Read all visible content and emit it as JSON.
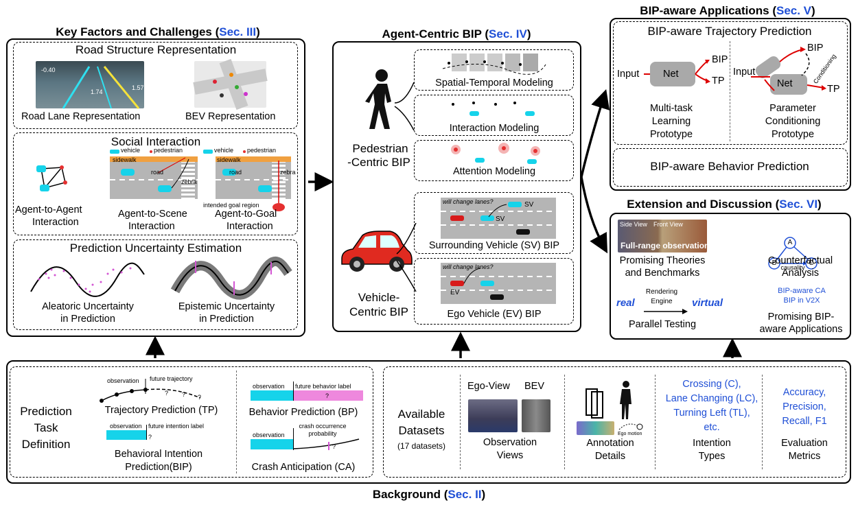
{
  "colors": {
    "section_ref": "#1f4fd6",
    "cyan": "#16d3ea",
    "pink": "#ee88dd",
    "red": "#e53030",
    "net_gray": "#a9a9a9",
    "road_gray": "#b5b5b5"
  },
  "key_factors": {
    "title": "Key Factors and Challenges (",
    "ref": "Sec. III",
    "close": ")",
    "road_structure": {
      "title": "Road Structure Representation",
      "lane": "Road Lane Representation",
      "bev": "BEV Representation",
      "lane_nums": [
        "-0.40",
        "1.74",
        "1.57"
      ]
    },
    "social": {
      "title": "Social Interaction",
      "a2a": [
        "Agent-to-Agent",
        "Interaction"
      ],
      "a2s": [
        "Agent-to-Scene",
        "Interaction"
      ],
      "a2g": [
        "Agent-to-Goal",
        "Interaction"
      ],
      "vehicle": "vehicle",
      "pedestrian": "pedestrian",
      "sidewalk": "sidewalk",
      "road": "road",
      "zebra": "zebra",
      "goal": "intended goal region"
    },
    "uncertainty": {
      "title": "Prediction Uncertainty Estimation",
      "aleatoric": [
        "Aleatoric Uncertainty",
        "in Prediction"
      ],
      "epistemic": [
        "Epistemic Uncertainty",
        "in Prediction"
      ]
    }
  },
  "agent_centric": {
    "title": "Agent-Centric BIP  (",
    "ref": "Sec. IV",
    "close": ")",
    "pedestrian": [
      "Pedestrian",
      "-Centric BIP"
    ],
    "spatial": "Spatial-Temporal Modeling",
    "interaction": "Interaction Modeling",
    "attention": "Attention Modeling",
    "vehicle": [
      "Vehicle-",
      "Centric BIP"
    ],
    "sv": "Surrounding Vehicle (SV) BIP",
    "ev": "Ego Vehicle (EV) BIP",
    "will_change": "will change lanes?",
    "sv_tag": "SV",
    "ev_tag": "EV"
  },
  "applications": {
    "title": "BIP-aware Applications  (",
    "ref": "Sec. V",
    "close": ")",
    "trajectory": "BIP-aware Trajectory Prediction",
    "input": "Input",
    "net": "Net",
    "bip": "BIP",
    "tp": "TP",
    "conditioning": "Conditioning",
    "multi": [
      "Multi-task",
      "Learning",
      "Prototype"
    ],
    "param": [
      "Parameter",
      "Conditioning",
      "Prototype"
    ],
    "behavior": "BIP-aware Behavior Prediction"
  },
  "extension": {
    "title": "Extension and Discussion (",
    "ref": "Sec. VI",
    "close": ")",
    "side_view": "Side View",
    "front_view": "Front View",
    "full_range": "Full-range observation",
    "theories": [
      "Promising Theories",
      "and Benchmarks"
    ],
    "nodes": [
      "A",
      "B",
      "C"
    ],
    "causality": "causality",
    "counterfactual": [
      "Counterfactual",
      "Analysis"
    ],
    "real": "real",
    "virtual": "virtual",
    "rendering": [
      "Rendering",
      "Engine"
    ],
    "parallel": "Parallel Testing",
    "blue_apps": [
      "BIP-aware CA",
      "BIP in V2X"
    ],
    "promising": [
      "Promising BIP-",
      "aware Applications"
    ]
  },
  "prediction_task": {
    "title": [
      "Prediction",
      "Task",
      "Definition"
    ],
    "observation": "observation",
    "future_trajectory": "future trajectory",
    "tp": "Trajectory Prediction (TP)",
    "future_behavior": "future behavior label",
    "bp": "Behavior Prediction (BP)",
    "future_intention": "future intention label",
    "bip": [
      "Behavioral Intention",
      "Prediction(BIP)"
    ],
    "crash_prob": [
      "crash occurrence",
      "probability"
    ],
    "ca": "Crash Anticipation (CA)",
    "q": "?"
  },
  "datasets": {
    "title": [
      "Available",
      "Datasets"
    ],
    "count": "(17 datasets)",
    "ego_view": "Ego-View",
    "bev": "BEV",
    "obs_views": [
      "Observation",
      "Views"
    ],
    "ego_motion": "Ego motion",
    "annotation": [
      "Annotation",
      "Details"
    ],
    "intention_list": [
      "Crossing (C),",
      "Lane Changing (LC),",
      "Turning Left (TL),",
      "etc."
    ],
    "intention_types": [
      "Intention",
      "Types"
    ],
    "metric_list": [
      "Accuracy,",
      "Precision,",
      "Recall, F1"
    ],
    "metrics": [
      "Evaluation",
      "Metrics"
    ]
  },
  "background": {
    "title": "Background (",
    "ref": "Sec. II",
    "close": ")"
  }
}
